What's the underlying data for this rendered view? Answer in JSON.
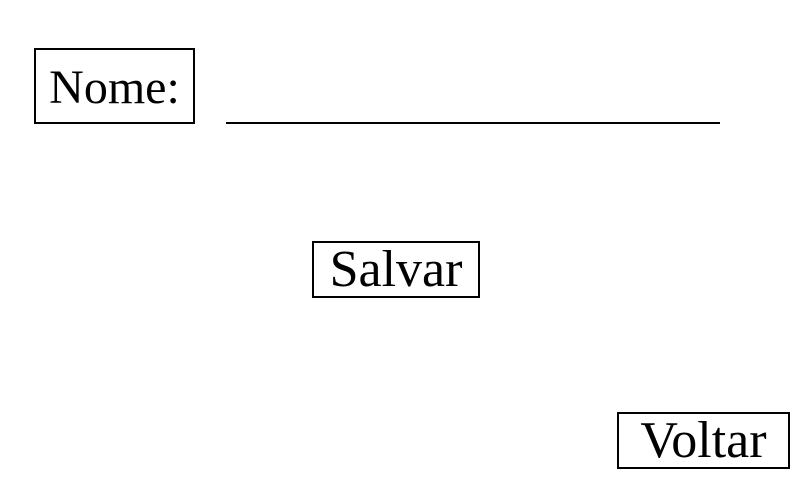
{
  "form": {
    "name_label": "Nome:",
    "name_value": "",
    "name_placeholder": ""
  },
  "actions": {
    "save_label": "Salvar",
    "back_label": "Voltar"
  },
  "colors": {
    "background": "#ffffff",
    "foreground": "#000000"
  }
}
